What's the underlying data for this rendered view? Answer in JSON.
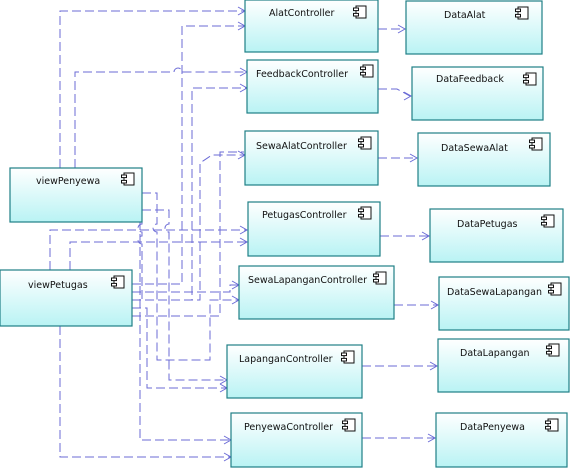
{
  "diagram": {
    "type": "uml-component-diagram",
    "colors": {
      "box_fill_top": "#ffffff",
      "box_fill_bottom": "#b9f3f4",
      "box_border": "#1f7f86",
      "connector": "#6b6bd6"
    },
    "components": {
      "view_penyewa": "viewPenyewa",
      "view_petugas": "viewPetugas",
      "alat_controller": "AlatController",
      "feedback_controller": "FeedbackController",
      "sewa_alat_controller": "SewaAlatController",
      "petugas_controller": "PetugasController",
      "sewa_lapangan_controller": "SewaLapanganController",
      "lapangan_controller": "LapanganController",
      "penyewa_controller": "PenyewaController",
      "data_alat": "DataAlat",
      "data_feedback": "DataFeedback",
      "data_sewa_alat": "DataSewaAlat",
      "data_petugas": "DataPetugas",
      "data_sewa_lapangan": "DataSewaLapangan",
      "data_lapangan": "DataLapangan",
      "data_penyewa": "DataPenyewa"
    },
    "connections": [
      {
        "from": "viewPenyewa",
        "to": "AlatController"
      },
      {
        "from": "viewPenyewa",
        "to": "FeedbackController"
      },
      {
        "from": "viewPenyewa",
        "to": "SewaAlatController"
      },
      {
        "from": "viewPenyewa",
        "to": "SewaLapanganController"
      },
      {
        "from": "viewPenyewa",
        "to": "LapanganController"
      },
      {
        "from": "viewPetugas",
        "to": "AlatController"
      },
      {
        "from": "viewPetugas",
        "to": "FeedbackController"
      },
      {
        "from": "viewPetugas",
        "to": "SewaAlatController"
      },
      {
        "from": "viewPetugas",
        "to": "PetugasController"
      },
      {
        "from": "viewPetugas",
        "to": "SewaLapanganController"
      },
      {
        "from": "viewPetugas",
        "to": "LapanganController"
      },
      {
        "from": "viewPetugas",
        "to": "PenyewaController"
      },
      {
        "from": "AlatController",
        "to": "DataAlat"
      },
      {
        "from": "FeedbackController",
        "to": "DataFeedback"
      },
      {
        "from": "SewaAlatController",
        "to": "DataSewaAlat"
      },
      {
        "from": "PetugasController",
        "to": "DataPetugas"
      },
      {
        "from": "SewaLapanganController",
        "to": "DataSewaLapangan"
      },
      {
        "from": "LapanganController",
        "to": "DataLapangan"
      },
      {
        "from": "PenyewaController",
        "to": "DataPenyewa"
      }
    ]
  }
}
